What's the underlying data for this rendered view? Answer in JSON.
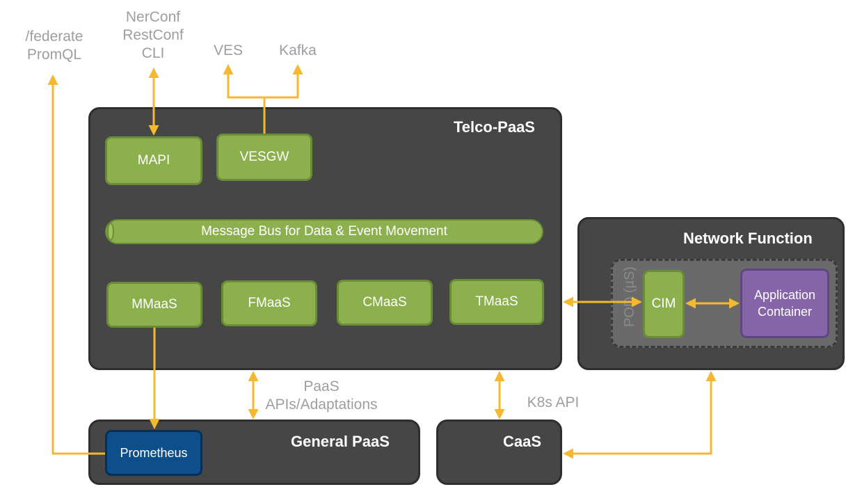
{
  "top_labels": {
    "federate": "/federate",
    "promql": "PromQL",
    "netconf": "NerConf",
    "restconf": "RestConf",
    "cli": "CLI",
    "ves": "VES",
    "kafka": "Kafka"
  },
  "telco_paas": {
    "title": "Telco-PaaS",
    "mapi": "MAPI",
    "vesgw": "VESGW",
    "message_bus": "Message Bus for Data & Event Movement",
    "mmaas": "MMaaS",
    "fmaas": "FMaaS",
    "cmaas": "CMaaS",
    "tmaas": "TMaaS"
  },
  "network_function": {
    "title": "Network Function",
    "pod_label": "POD (µS)",
    "cim": "CIM",
    "app_container_line1": "Application",
    "app_container_line2": "Container"
  },
  "general_paas": {
    "title": "General PaaS",
    "prometheus": "Prometheus"
  },
  "caas": {
    "title": "CaaS"
  },
  "link_labels": {
    "paas_line1": "PaaS",
    "paas_line2": "APIs/Adaptations",
    "k8s": "K8s API"
  },
  "colors": {
    "arrow": "#f5b82e",
    "panel": "#464646",
    "green": "#8db04f",
    "purple": "#8565a8",
    "blue": "#0d4f8b"
  }
}
